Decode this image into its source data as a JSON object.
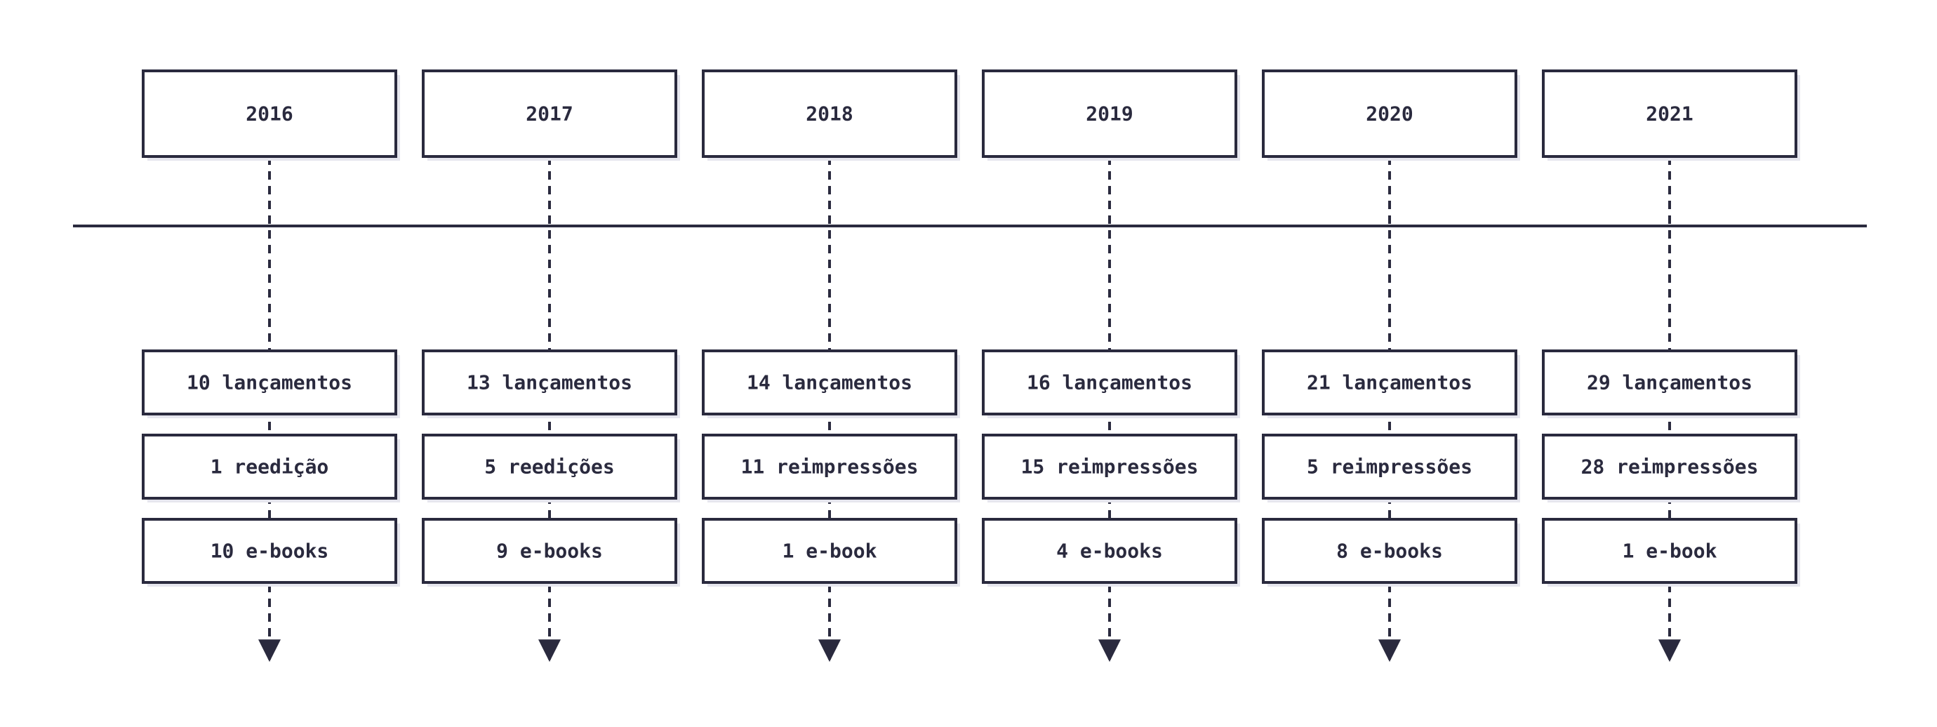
{
  "colors": {
    "stroke": "#2a2a3e",
    "box_fill": "#ffffff",
    "shadow": "#e6e6ee",
    "text": "#2a2a3e"
  },
  "timeline": {
    "columns": [
      {
        "year": "2016",
        "items": [
          "10 lançamentos",
          "1 reedição",
          "10 e-books"
        ]
      },
      {
        "year": "2017",
        "items": [
          "13 lançamentos",
          "5 reedições",
          "9 e-books"
        ]
      },
      {
        "year": "2018",
        "items": [
          "14 lançamentos",
          "11 reimpressões",
          "1 e-book"
        ]
      },
      {
        "year": "2019",
        "items": [
          "16 lançamentos",
          "15 reimpressões",
          "4 e-books"
        ]
      },
      {
        "year": "2020",
        "items": [
          "21 lançamentos",
          "5 reimpressões",
          "8 e-books"
        ]
      },
      {
        "year": "2021",
        "items": [
          "29 lançamentos",
          "28 reimpressões",
          "1 e-book"
        ]
      }
    ]
  }
}
